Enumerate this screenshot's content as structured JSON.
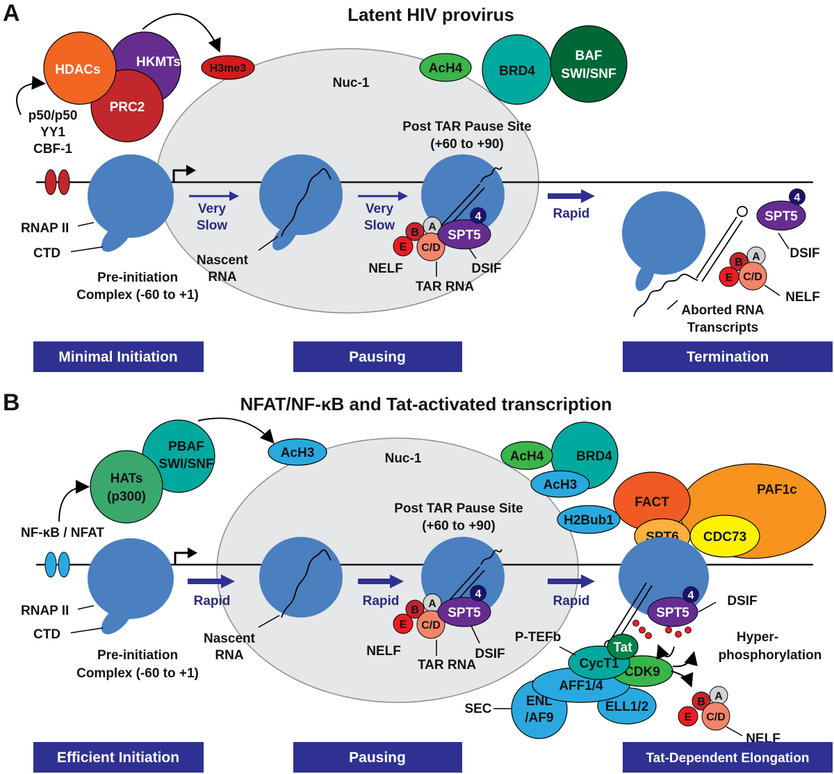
{
  "panel_a": {
    "letter": "A",
    "title": "Latent HIV provirus",
    "nucleosome": "Nuc-1",
    "complexes": {
      "hdacs": "HDACs",
      "hkmts": "HKMTs",
      "prc2": "PRC2",
      "h3me3": "H3me3",
      "ach4": "AcH4",
      "brd4": "BRD4",
      "baf_line1": "BAF",
      "baf_line2": "SWI/SNF"
    },
    "repressors": [
      "p50/p50",
      "YY1",
      "CBF-1"
    ],
    "pause_site_line1": "Post TAR Pause Site",
    "pause_site_line2": "(+60 to +90)",
    "rnap": "RNAP II",
    "ctd": "CTD",
    "pic_line1": "Pre-initiation",
    "pic_line2": "Complex (-60 to +1)",
    "nascent_line1": "Nascent",
    "nascent_line2": "RNA",
    "speed1_line1": "Very",
    "speed1_line2": "Slow",
    "speed2_line1": "Very",
    "speed2_line2": "Slow",
    "speed3": "Rapid",
    "nelf_subunits": {
      "a": "A",
      "b": "B",
      "cd": "C/D",
      "e": "E"
    },
    "spt5": "SPT5",
    "spt5_badge": "4",
    "nelf": "NELF",
    "dsif": "DSIF",
    "tar_rna": "TAR RNA",
    "term_spt5": "SPT5",
    "term_badge": "4",
    "term_dsif": "DSIF",
    "term_nelf": "NELF",
    "aborted_line1": "Aborted RNA",
    "aborted_line2": "Transcripts",
    "stages": [
      "Minimal Initiation",
      "Pausing",
      "Termination"
    ]
  },
  "panel_b": {
    "letter": "B",
    "title": "NFAT/NF-κB and Tat-activated transcription",
    "nucleosome": "Nuc-1",
    "complexes": {
      "hats_line1": "HATs",
      "hats_line2": "(p300)",
      "pbaf_line1": "PBAF",
      "pbaf_line2": "SWI/SNF",
      "ach3_left": "AcH3",
      "ach4": "AcH4",
      "brd4": "BRD4",
      "ach3_right": "AcH3",
      "h2bub1": "H2Bub1",
      "fact": "FACT",
      "paf1c": "PAF1c",
      "spt6": "SPT6",
      "cdc73": "CDC73"
    },
    "activator": "NF-κB / NFAT",
    "pause_site_line1": "Post TAR Pause Site",
    "pause_site_line2": "(+60 to +90)",
    "rnap": "RNAP II",
    "ctd": "CTD",
    "pic_line1": "Pre-initiation",
    "pic_line2": "Complex (-60 to +1)",
    "nascent_line1": "Nascent",
    "nascent_line2": "RNA",
    "speed1": "Rapid",
    "speed2": "Rapid",
    "speed3": "Rapid",
    "nelf_subunits": {
      "a": "A",
      "b": "B",
      "cd": "C/D",
      "e": "E"
    },
    "spt5": "SPT5",
    "spt5_badge": "4",
    "nelf": "NELF",
    "dsif": "DSIF",
    "tar_rna": "TAR RNA",
    "elong_spt5": "SPT5",
    "elong_badge": "4",
    "elong_dsif": "DSIF",
    "ptefb": "P-TEFb",
    "tat": "Tat",
    "cyct1": "CycT1",
    "cdk9": "CDK9",
    "aff": "AFF1/4",
    "enl_line1": "ENL",
    "enl_line2": "/AF9",
    "ell": "ELL1/2",
    "sec": "SEC",
    "hyper_line1": "Hyper-",
    "hyper_line2": "phosphorylation",
    "elong_nelf": "NELF",
    "stages": [
      "Efficient Initiation",
      "Pausing",
      "Tat-Dependent Elongation"
    ]
  },
  "colors": {
    "polymerase": "#4a7fc0",
    "nucleosome": "#e6e7e8",
    "stage_box": "#2e3192",
    "arrow": "#2e3192",
    "hdacs": "#f26522",
    "hkmts": "#662d91",
    "prc2": "#c1272d",
    "h3me3": "#d7191c",
    "ach4": "#3ab54a",
    "brd4": "#00a99d",
    "baf": "#006837",
    "hats": "#3aa76d",
    "pbaf": "#00a99d",
    "ach3": "#29a9e0",
    "fact": "#f15a24",
    "paf1c": "#f7931e",
    "spt6": "#fbb040",
    "cdc73": "#fff200",
    "spt5": "#662d91",
    "nelf_e": "#ed1c24",
    "nelf_b": "#c1272d",
    "nelf_cd": "#f4846a",
    "nelf_a": "#d1d3d4",
    "tat": "#00834a",
    "cyct1": "#00a99d",
    "cdk9": "#39b54a",
    "sec": "#29a9e0"
  }
}
